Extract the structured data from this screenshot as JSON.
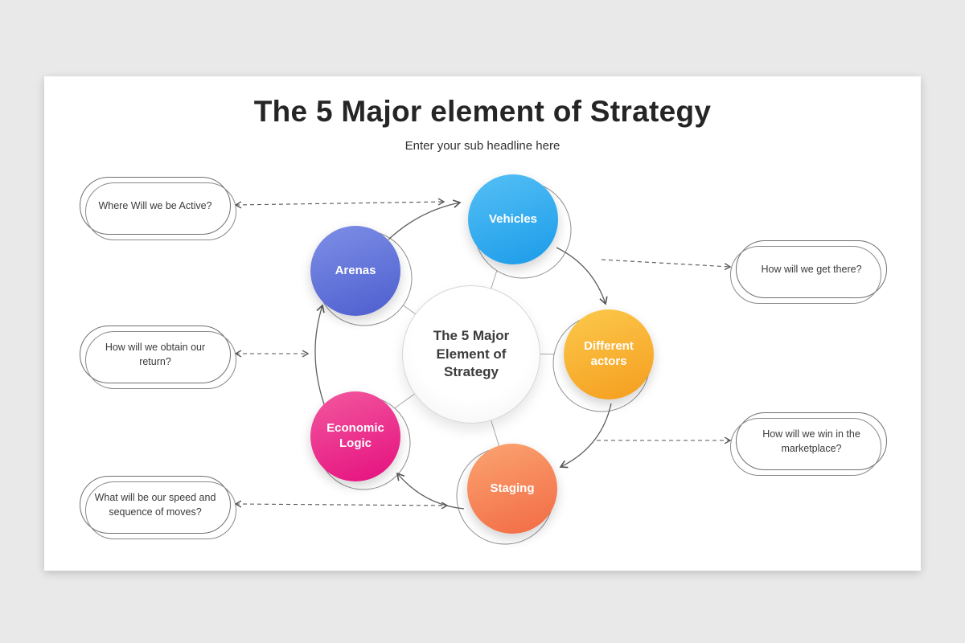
{
  "slide": {
    "title": "The 5 Major element of Strategy",
    "subtitle": "Enter your sub headline here"
  },
  "center": {
    "label": "The 5 Major Element of Strategy"
  },
  "nodes": [
    {
      "id": "vehicles",
      "label": "Vehicles",
      "color_start": "#55c0f5",
      "color_end": "#1b9be9"
    },
    {
      "id": "arenas",
      "label": "Arenas",
      "color_start": "#7e8fe6",
      "color_end": "#4d5ecf"
    },
    {
      "id": "different-actors",
      "label": "Different actors",
      "color_start": "#fcc94c",
      "color_end": "#f59d1e"
    },
    {
      "id": "staging",
      "label": "Staging",
      "color_start": "#fba471",
      "color_end": "#f26a44"
    },
    {
      "id": "economic-logic",
      "label": "Economic Logic",
      "color_start": "#f2589f",
      "color_end": "#e50f7e"
    }
  ],
  "callouts": [
    {
      "id": "where-active",
      "side": "left",
      "text": "Where Will we be Active?"
    },
    {
      "id": "obtain-return",
      "side": "left",
      "text": "How will we obtain our return?"
    },
    {
      "id": "speed-sequence",
      "side": "left",
      "text": "What will be our speed and sequence of moves?"
    },
    {
      "id": "get-there",
      "side": "right",
      "text": "How will we get there?"
    },
    {
      "id": "win-marketplace",
      "side": "right",
      "text": "How will we win in the marketplace?"
    }
  ]
}
